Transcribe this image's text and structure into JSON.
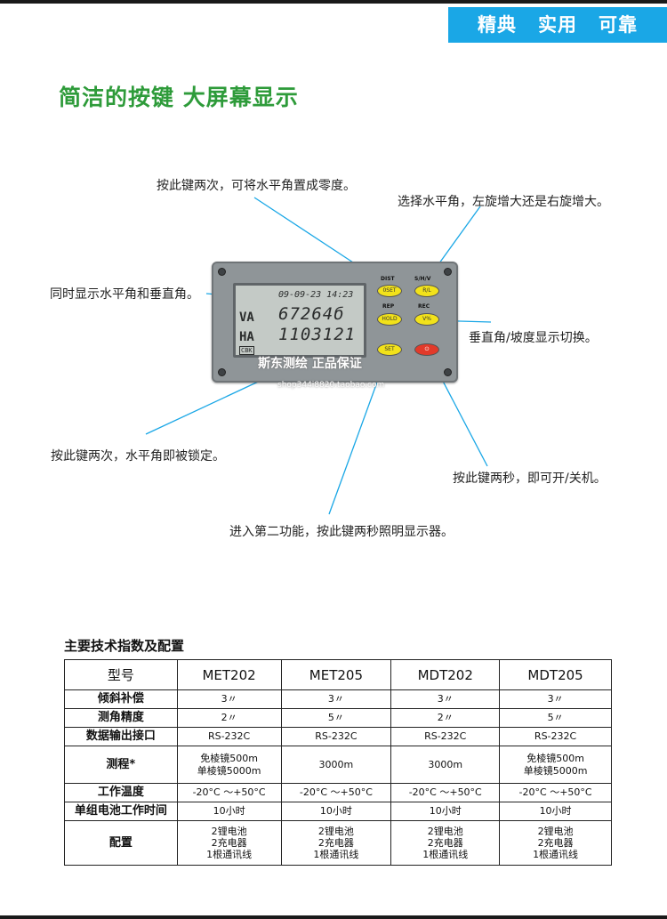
{
  "banner": [
    "精典",
    "实用",
    "可靠"
  ],
  "headline": "简洁的按键 大屏幕显示",
  "annotations": {
    "zero_set": "按此键两次，可将水平角置成零度。",
    "rotation": "选择水平角，左旋增大还是右旋增大。",
    "display_both": "同时显示水平角和垂直角。",
    "vertical_toggle": "垂直角/坡度显示切换。",
    "lock": "按此键两次，水平角即被锁定。",
    "power": "按此键两秒，即可开/关机。",
    "second_function": "进入第二功能，按此键两秒照明显示器。"
  },
  "device": {
    "datetime": "09-09-23  14:23",
    "va_label": "VA",
    "va_value": "67264б",
    "ha_label": "HA",
    "ha_value": "1103121",
    "battery": "CBK",
    "key_labels": [
      "DIST",
      "S/H/V",
      "REP",
      "REC"
    ],
    "keys": [
      "0SET",
      "R/L",
      "HOLD",
      "V%",
      "SET",
      "⏻"
    ],
    "watermark": "斯东测绘 正品保证",
    "watermark_url": "shop344i8820.taobao.com"
  },
  "spec": {
    "title": "主要技术指数及配置",
    "header": [
      "型号",
      "MET202",
      "MET205",
      "MDT202",
      "MDT205"
    ],
    "rows": [
      {
        "label": "倾斜补偿",
        "cells": [
          "3〃",
          "3〃",
          "3〃",
          "3〃"
        ]
      },
      {
        "label": "测角精度",
        "cells": [
          "2〃",
          "5〃",
          "2〃",
          "5〃"
        ]
      },
      {
        "label": "数据输出接口",
        "cells": [
          "RS-232C",
          "RS-232C",
          "RS-232C",
          "RS-232C"
        ]
      },
      {
        "label": "测程*",
        "cells": [
          "免棱镜500m\n单棱镜5000m",
          "3000m",
          "3000m",
          "免棱镜500m\n单棱镜5000m"
        ]
      },
      {
        "label": "工作温度",
        "cells": [
          "-20°C ～+50°C",
          "-20°C ～+50°C",
          "-20°C ～+50°C",
          "-20°C ～+50°C"
        ]
      },
      {
        "label": "单组电池工作时间",
        "cells": [
          "10小时",
          "10小时",
          "10小时",
          "10小时"
        ]
      },
      {
        "label": "配置",
        "cells": [
          "2锂电池\n2充电器\n1根通讯线",
          "2锂电池\n2充电器\n1根通讯线",
          "2锂电池\n2充电器\n1根通讯线",
          "2锂电池\n2充电器\n1根通讯线"
        ]
      }
    ]
  }
}
